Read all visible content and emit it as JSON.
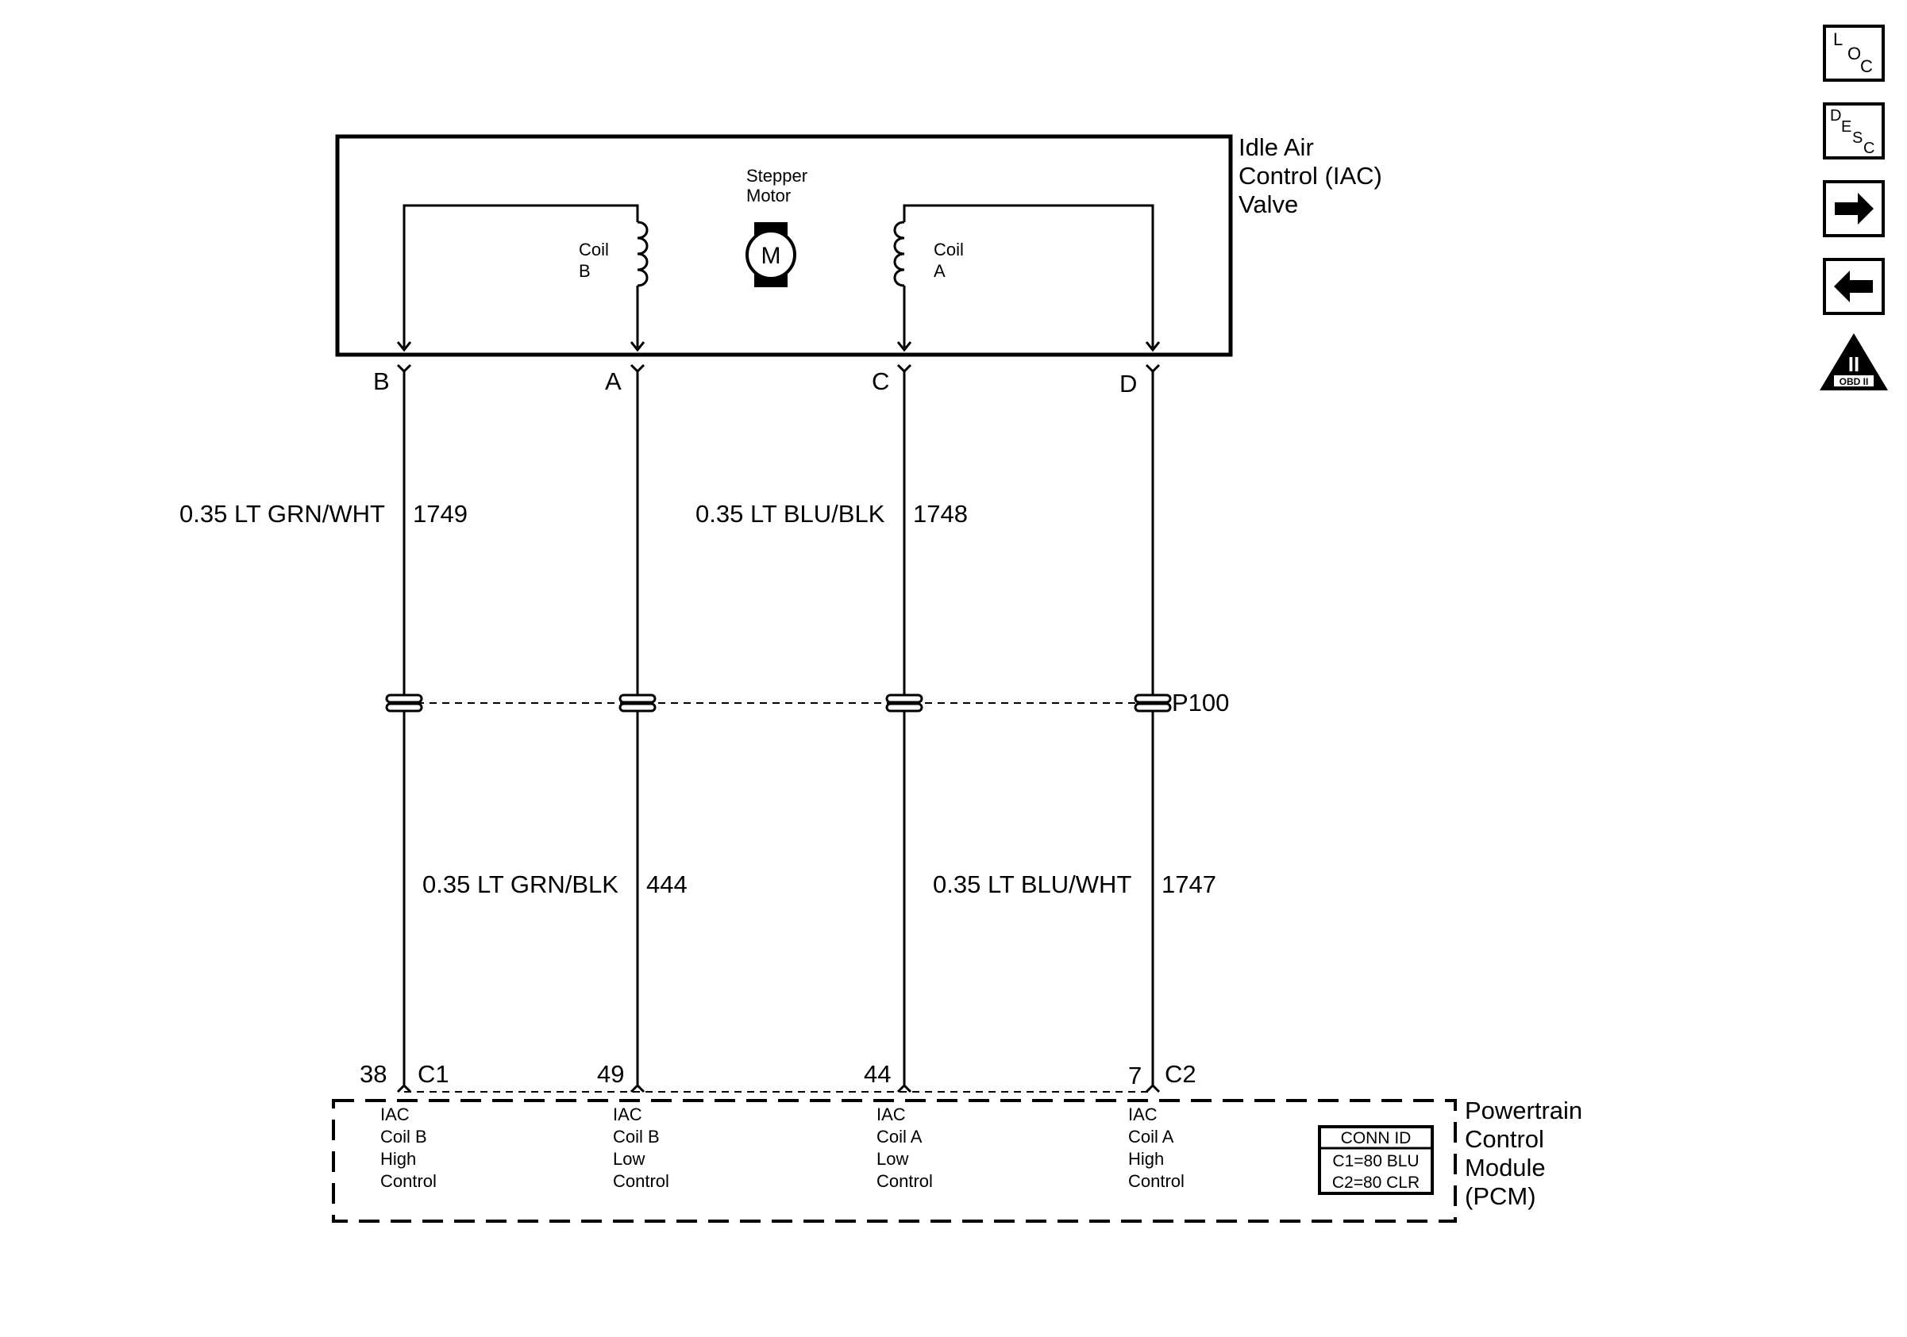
{
  "nav": {
    "loc_big": "L",
    "loc_small": "OC",
    "desc_d": "D",
    "desc_e": "E",
    "desc_s": "S",
    "desc_c": "C",
    "forward": "forward-arrow-icon",
    "back": "back-arrow-icon",
    "obd_roman": "II",
    "obd_label": "OBD II"
  },
  "iac": {
    "title_line1": "Idle Air",
    "title_line2": "Control (IAC)",
    "title_line3": "Valve",
    "motor_line1": "Stepper",
    "motor_line2": "Motor",
    "motor_symbol": "M",
    "coil_b_line1": "Coil",
    "coil_b_line2": "B",
    "coil_a_line1": "Coil",
    "coil_a_line2": "A"
  },
  "terminals": {
    "b": "B",
    "a": "A",
    "c": "C",
    "d": "D"
  },
  "wires_upper": {
    "w1_spec": "0.35 LT GRN/WHT",
    "w1_circuit": "1749",
    "w2_spec": "0.35 LT BLU/BLK",
    "w2_circuit": "1748"
  },
  "connector": {
    "name": "P100"
  },
  "wires_lower": {
    "w1_spec": "0.35 LT GRN/BLK",
    "w1_circuit": "444",
    "w2_spec": "0.35 LT BLU/WHT",
    "w2_circuit": "1747"
  },
  "pcm_pins": {
    "p1": "38",
    "c1": "C1",
    "p2": "49",
    "p3": "44",
    "p4": "7",
    "c2": "C2"
  },
  "pcm": {
    "title_line1": "Powertrain",
    "title_line2": "Control",
    "title_line3": "Module",
    "title_line4": "(PCM)",
    "ch1": [
      "IAC",
      "Coil B",
      "High",
      "Control"
    ],
    "ch2": [
      "IAC",
      "Coil B",
      "Low",
      "Control"
    ],
    "ch3": [
      "IAC",
      "Coil A",
      "Low",
      "Control"
    ],
    "ch4": [
      "IAC",
      "Coil A",
      "High",
      "Control"
    ],
    "conn_id_title": "CONN ID",
    "conn_id_c1": "C1=80 BLU",
    "conn_id_c2": "C2=80 CLR"
  }
}
